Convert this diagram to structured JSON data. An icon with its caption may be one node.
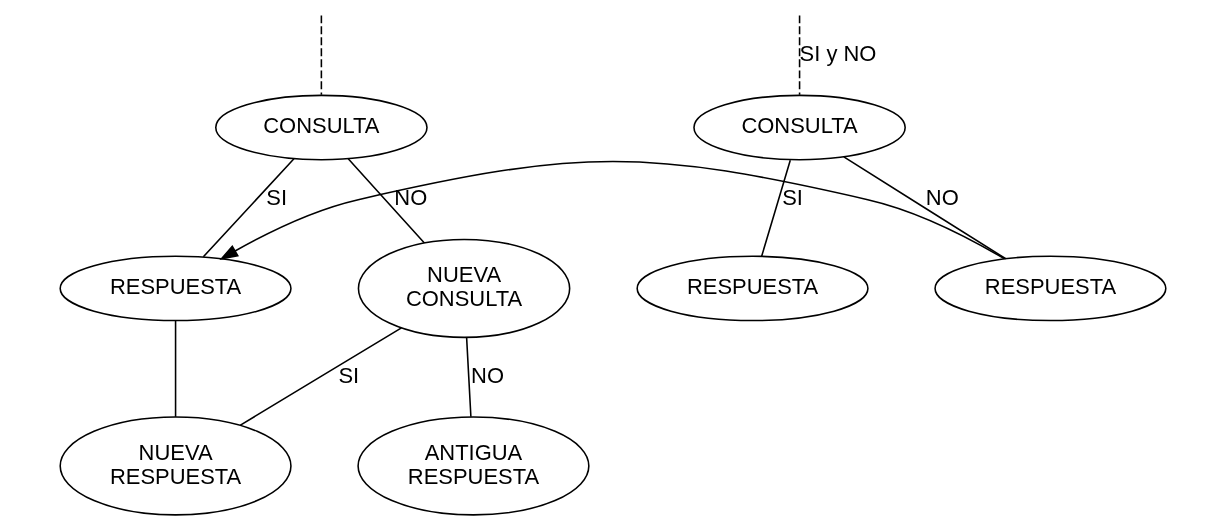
{
  "diagram": {
    "nodes": [
      {
        "text": [
          "CONSULTA"
        ]
      },
      {
        "text": [
          "RESPUESTA"
        ]
      },
      {
        "text": [
          "RESPUESTA"
        ]
      },
      {
        "text": [
          "CONSULTA"
        ]
      },
      {
        "text": [
          "RESPUESTA"
        ]
      },
      {
        "text": [
          "NUEVA CONSULTA"
        ]
      },
      {
        "text": [
          "NUEVA RESPUESTA"
        ]
      },
      {
        "text": [
          "ANTIGUA RESPUESTA"
        ]
      }
    ],
    "edges": [
      {
        "from": null,
        "to": 0,
        "arrow": "none",
        "style": "dashed",
        "label": "SI y NO"
      },
      {
        "from": 0,
        "to": 1,
        "arrow": "none",
        "label": "SI"
      },
      {
        "from": 0,
        "to": 2,
        "arrow": "none",
        "label": "NO"
      },
      {
        "from": 2,
        "to": 4,
        "arrow": "to"
      },
      {
        "from": null,
        "to": 3,
        "arrow": "none",
        "style": "dashed"
      },
      {
        "from": 3,
        "to": 4,
        "arrow": "none",
        "label": "SI"
      },
      {
        "from": 3,
        "to": 5,
        "arrow": "none",
        "label": "NO"
      },
      {
        "from": 4,
        "to": 6,
        "arrow": "none"
      },
      {
        "from": 5,
        "to": 6,
        "arrow": "none",
        "label": "SI"
      },
      {
        "from": 5,
        "to": 7,
        "arrow": "none",
        "label": "NO"
      }
    ]
  }
}
